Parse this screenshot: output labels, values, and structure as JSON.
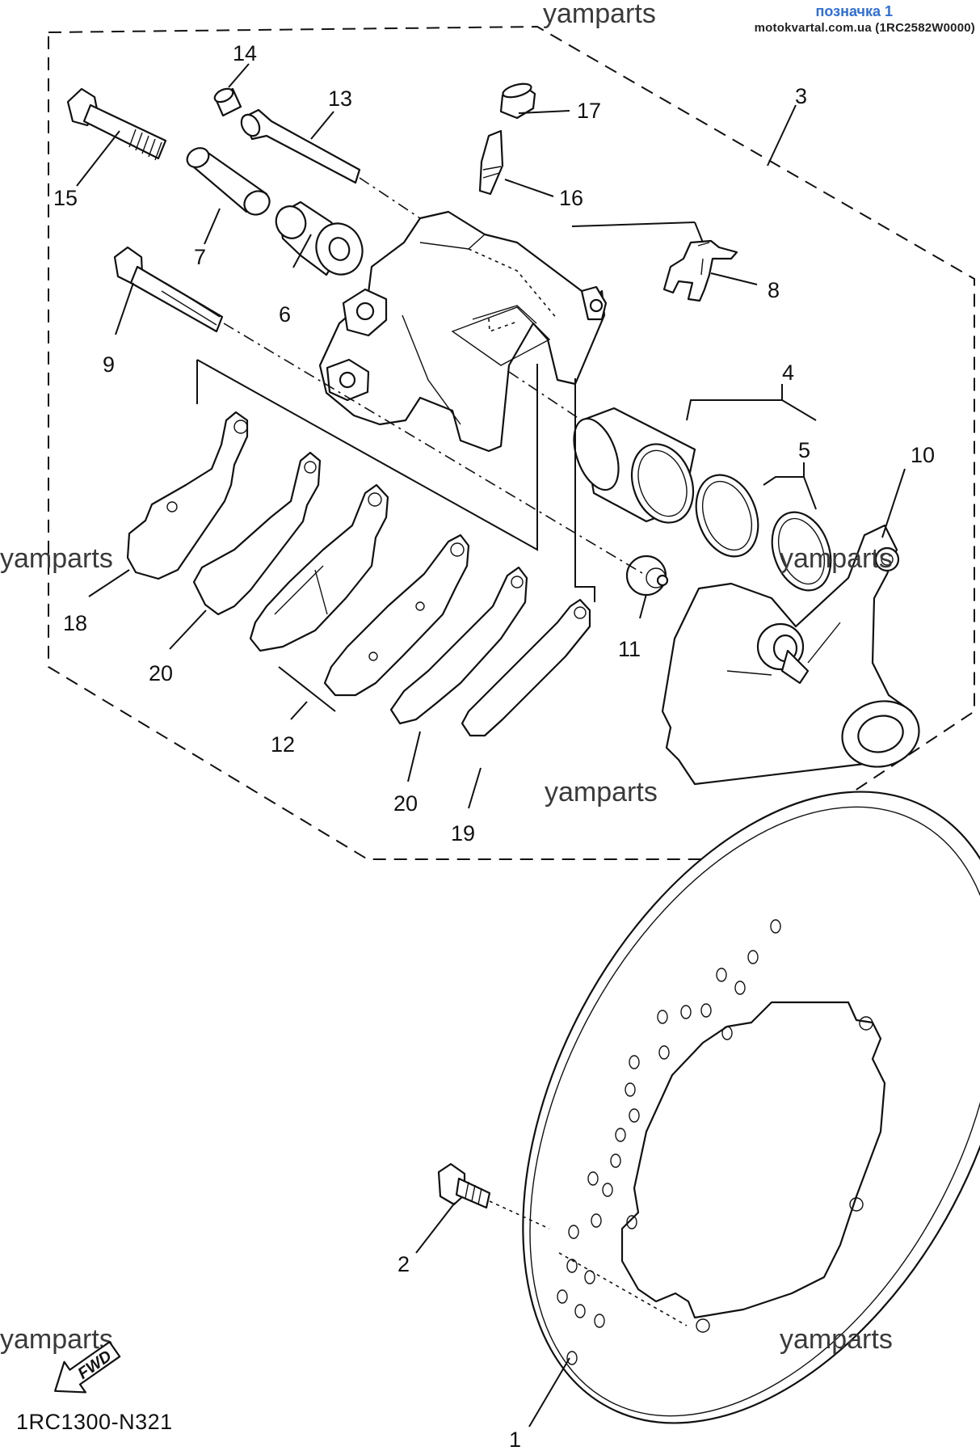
{
  "header": {
    "label": "позначка 1",
    "site": "motokvartal.com.ua (1RC2582W0000)"
  },
  "watermark": "yamparts",
  "figure_code": "1RC1300-N321",
  "fwd_label": "FWD",
  "callouts": {
    "c1": "1",
    "c2": "2",
    "c3": "3",
    "c4": "4",
    "c5": "5",
    "c6": "6",
    "c7": "7",
    "c8": "8",
    "c9": "9",
    "c10": "10",
    "c11": "11",
    "c12": "12",
    "c13": "13",
    "c14": "14",
    "c15": "15",
    "c16": "16",
    "c17": "17",
    "c18": "18",
    "c19": "19",
    "c20a": "20",
    "c20b": "20"
  }
}
